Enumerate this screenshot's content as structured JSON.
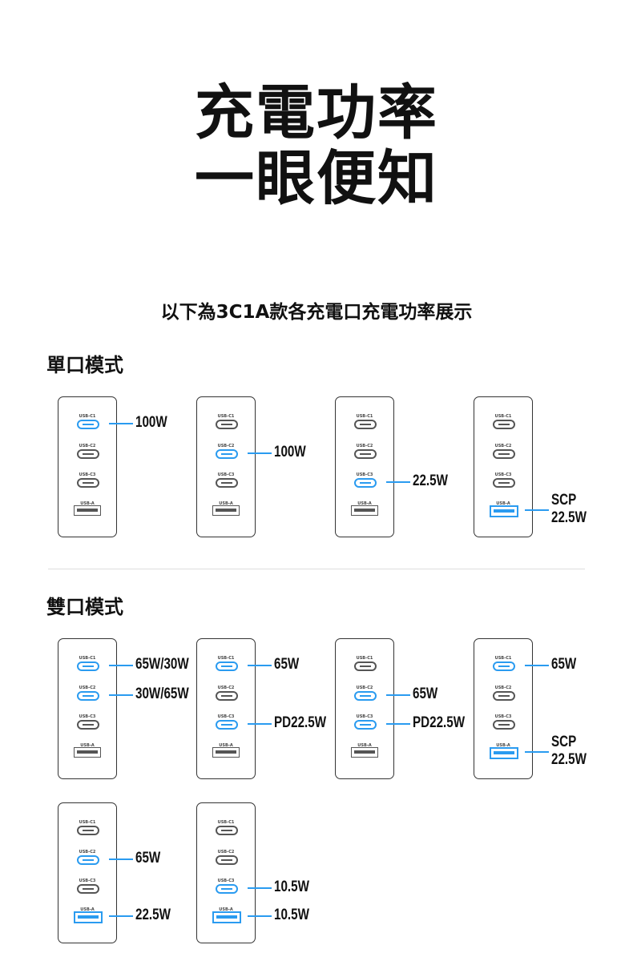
{
  "title": [
    "充電功率",
    "一眼便知"
  ],
  "subtitle": "以下為3C1A款各充電口充電功率展示",
  "port_labels": [
    "USB-C1",
    "USB-C2",
    "USB-C3",
    "USB-A"
  ],
  "accent": "#2a9bf0",
  "sections": [
    {
      "label": "單口模式",
      "chargers": [
        {
          "ports": {
            "0": [
              "100W"
            ]
          }
        },
        {
          "ports": {
            "1": [
              "100W"
            ]
          }
        },
        {
          "ports": {
            "2": [
              "22.5W"
            ]
          }
        },
        {
          "ports": {
            "3": [
              "SCP",
              "22.5W"
            ]
          }
        }
      ]
    },
    {
      "label": "雙口模式",
      "chargers": [
        {
          "ports": {
            "0": [
              "65W/30W"
            ],
            "1": [
              "30W/65W"
            ]
          }
        },
        {
          "ports": {
            "0": [
              "65W"
            ],
            "2": [
              "PD22.5W"
            ]
          }
        },
        {
          "ports": {
            "1": [
              "65W"
            ],
            "2": [
              "PD22.5W"
            ]
          }
        },
        {
          "ports": {
            "0": [
              "65W"
            ],
            "3": [
              "SCP",
              "22.5W"
            ]
          }
        },
        {
          "ports": {
            "1": [
              "65W"
            ],
            "3": [
              "22.5W"
            ]
          }
        },
        {
          "ports": {
            "2": [
              "10.5W"
            ],
            "3": [
              "10.5W"
            ]
          }
        }
      ]
    }
  ]
}
